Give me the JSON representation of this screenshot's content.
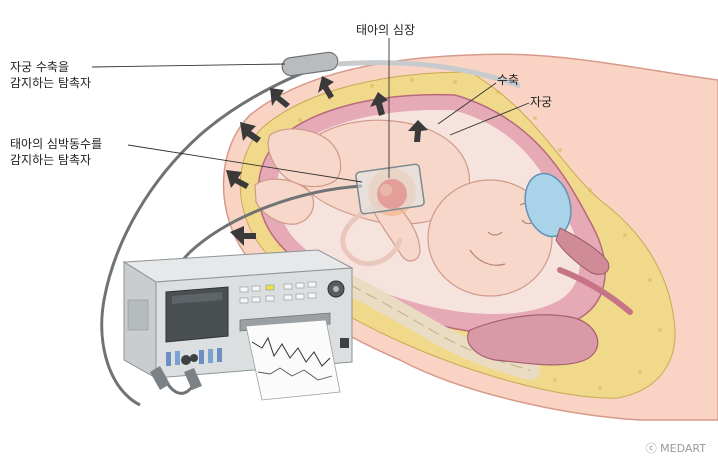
{
  "labels": {
    "contraction_probe": [
      "자궁 수축을",
      "감지하는 탐촉자"
    ],
    "fetal_heart_probe": [
      "태아의 심박동수를",
      "감지하는 탐촉자"
    ],
    "fetal_heart": "태아의 심장",
    "contraction": "수축",
    "uterus": "자궁"
  },
  "credit": "ⓒ MEDART",
  "colors": {
    "skin": "#f8d2c2",
    "fat": "#f1dc8e",
    "uterine_wall": "#e6aab7",
    "fetus": "#f8d8cc",
    "heart": "#e8463a",
    "monitor": "#d9dcdd",
    "arrow": "#3a3a3a"
  }
}
